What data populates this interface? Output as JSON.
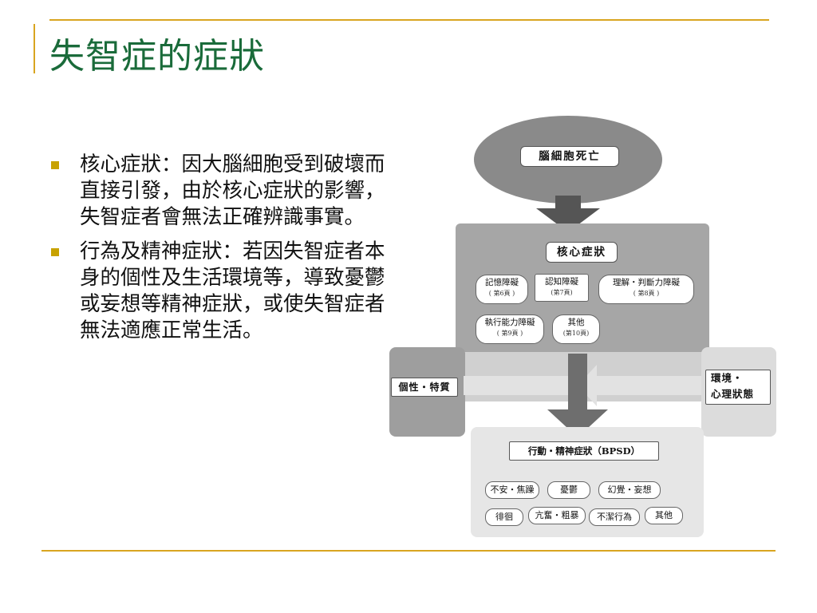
{
  "slide": {
    "title": "失智症的症狀",
    "bullets": [
      "核心症狀：因大腦細胞受到破壞而直接引發，由於核心症狀的影響，失智症者會無法正確辨識事實。",
      "行為及精神症狀：若因失智症者本身的個性及生活環境等，導致憂鬱或妄想等精神症狀，或使失智症者無法適應正常生活。"
    ]
  },
  "diagram": {
    "top_node": "腦細胞死亡",
    "core": {
      "label": "核心症狀",
      "items": [
        {
          "label": "記憶障礙",
          "sub": "( 第6頁 )"
        },
        {
          "label": "認知障礙",
          "sub": "(第7頁)"
        },
        {
          "label": "理解・判斷力障礙",
          "sub": "( 第8頁 )"
        },
        {
          "label": "執行能力障礙",
          "sub": "( 第9頁 )"
        },
        {
          "label": "其他",
          "sub": "(第10頁)"
        }
      ]
    },
    "left_factor": "個性・特質",
    "right_factor_line1": "環境・",
    "right_factor_line2": "心理狀態",
    "bpsd": {
      "label": "行動・精神症狀（BPSD）",
      "items": [
        "不安・焦躁",
        "憂鬱",
        "幻覺・妄想",
        "徘徊",
        "亢奮・粗暴",
        "不潔行為",
        "其他"
      ]
    }
  }
}
